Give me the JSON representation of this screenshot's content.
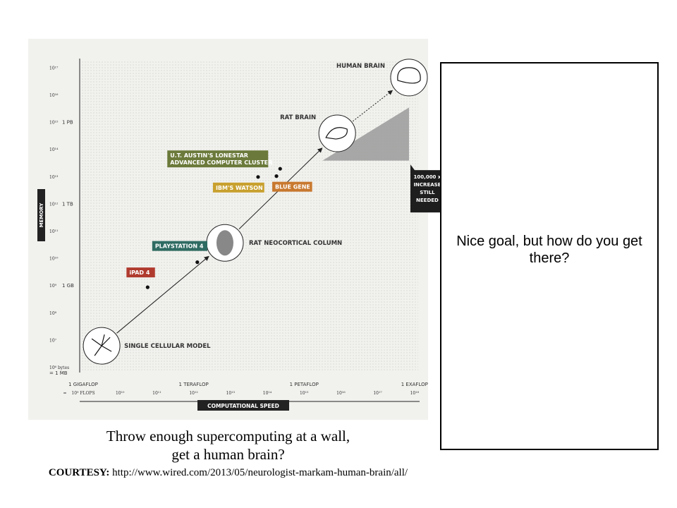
{
  "chart_data": {
    "type": "scatter",
    "xlabel": "COMPUTATIONAL SPEED",
    "ylabel": "MEMORY",
    "x_scale": "log",
    "y_scale": "log",
    "x_ticks": [
      {
        "exp": 9,
        "label": "10⁹ FLOPS",
        "milestone": "1 GIGAFLOP",
        "prefix": "="
      },
      {
        "exp": 10,
        "label": "10¹⁰"
      },
      {
        "exp": 11,
        "label": "10¹¹"
      },
      {
        "exp": 12,
        "label": "10¹²",
        "milestone": "1 TERAFLOP"
      },
      {
        "exp": 13,
        "label": "10¹³"
      },
      {
        "exp": 14,
        "label": "10¹⁴"
      },
      {
        "exp": 15,
        "label": "10¹⁵",
        "milestone": "1 PETAFLOP"
      },
      {
        "exp": 16,
        "label": "10¹⁶"
      },
      {
        "exp": 17,
        "label": "10¹⁷"
      },
      {
        "exp": 18,
        "label": "10¹⁸",
        "milestone": "1 EXAFLOP"
      }
    ],
    "y_ticks": [
      {
        "exp": 6,
        "label": "10⁶ bytes",
        "milestone": "= 1 MB"
      },
      {
        "exp": 7,
        "label": "10⁷"
      },
      {
        "exp": 8,
        "label": "10⁸"
      },
      {
        "exp": 9,
        "label": "10⁹",
        "milestone": "1 GB"
      },
      {
        "exp": 10,
        "label": "10¹⁰"
      },
      {
        "exp": 11,
        "label": "10¹¹"
      },
      {
        "exp": 12,
        "label": "10¹²",
        "milestone": "1 TB"
      },
      {
        "exp": 13,
        "label": "10¹³"
      },
      {
        "exp": 14,
        "label": "10¹⁴"
      },
      {
        "exp": 15,
        "label": "10¹⁵",
        "milestone": "1 PB"
      },
      {
        "exp": 16,
        "label": "10¹⁶"
      },
      {
        "exp": 17,
        "label": "10¹⁷"
      }
    ],
    "points": [
      {
        "name": "iPAD 4",
        "x_exp": 10.75,
        "y_exp": 8.95,
        "color": "#b03a2e"
      },
      {
        "name": "PLAYSTATION 4",
        "x_exp": 12.1,
        "y_exp": 9.87,
        "color": "#2e6b62"
      },
      {
        "name": "IBM'S WATSON",
        "x_exp": 13.75,
        "y_exp": 13.0,
        "color": "#c8a02e"
      },
      {
        "name": "BLUE GENE",
        "x_exp": 14.25,
        "y_exp": 13.03,
        "color": "#c8782e"
      },
      {
        "name": "U.T. AUSTIN'S LONESTAR ADVANCED COMPUTER CLUSTER",
        "x_exp": 14.35,
        "y_exp": 13.3,
        "color": "#6b7a3a"
      }
    ],
    "models": [
      {
        "name": "SINGLE CELLULAR MODEL",
        "x_exp": 9.5,
        "y_exp": 6.8
      },
      {
        "name": "RAT NEOCORTICAL COLUMN",
        "x_exp": 12.85,
        "y_exp": 10.58
      },
      {
        "name": "RAT BRAIN",
        "x_exp": 15.9,
        "y_exp": 14.6
      },
      {
        "name": "HUMAN BRAIN",
        "x_exp": 17.85,
        "y_exp": 16.65
      }
    ],
    "callout": {
      "lines": [
        "100,000 x",
        "INCREASE",
        "STILL",
        "NEEDED"
      ]
    }
  },
  "caption": {
    "line1": "Throw enough supercomputing at a wall,",
    "line2": "get a human brain?",
    "courtesy_label": "COURTESY:",
    "courtesy_url": "http://www.wired.com/2013/05/neurologist-markam-human-brain/all/"
  },
  "note": {
    "text": "Nice goal, but how do you get there?"
  },
  "colors": {
    "panel_bg": "#f1f1ee",
    "label_dark": "#333333",
    "gap_triangle": "#9a9a9a",
    "callout_bg": "#1e1e1e"
  }
}
